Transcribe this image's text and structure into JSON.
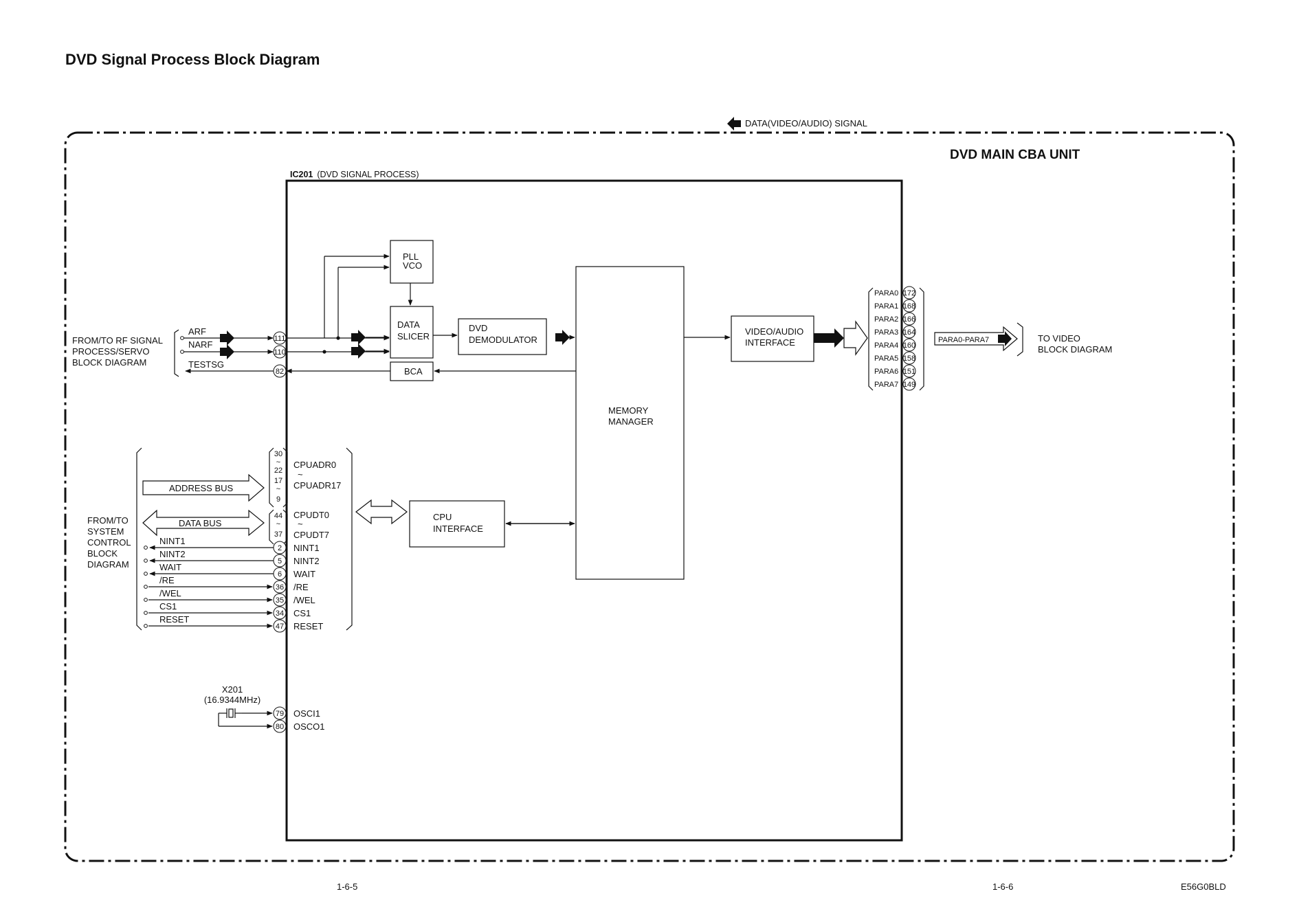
{
  "page_title": "DVD Signal Process Block Diagram",
  "unit_label": "DVD MAIN CBA UNIT",
  "legend_label": "DATA(VIDEO/AUDIO) SIGNAL",
  "ic": {
    "ref": "IC201",
    "desc": "(DVD SIGNAL PROCESS)"
  },
  "blocks": {
    "pll": [
      "PLL",
      "VCO"
    ],
    "slicer": [
      "DATA",
      "SLICER"
    ],
    "demod": [
      "DVD",
      "DEMODULATOR"
    ],
    "bca": [
      "BCA"
    ],
    "memory": [
      "MEMORY",
      "MANAGER"
    ],
    "cpu_if": [
      "CPU",
      "INTERFACE"
    ],
    "va_if": [
      "VIDEO/AUDIO",
      "INTERFACE"
    ]
  },
  "rf_group": {
    "label": [
      "FROM/TO RF SIGNAL",
      "PROCESS/SERVO",
      "BLOCK DIAGRAM"
    ],
    "signals": [
      {
        "name": "ARF",
        "pin": "111"
      },
      {
        "name": "NARF",
        "pin": "110"
      },
      {
        "name": "TESTSG",
        "pin": "82"
      }
    ]
  },
  "sys_group": {
    "label": [
      "FROM/TO",
      "SYSTEM",
      "CONTROL",
      "BLOCK",
      "DIAGRAM"
    ],
    "address_bus": "ADDRESS  BUS",
    "data_bus": "DATA  BUS",
    "addr_pins": [
      "30",
      "~",
      "22",
      "17",
      "~",
      "9"
    ],
    "addr_names": [
      "CPUADR0",
      "~",
      "CPUADR17"
    ],
    "data_pins": [
      "44",
      "~",
      "37"
    ],
    "data_names": [
      "CPUDT0",
      "~",
      "CPUDT7"
    ],
    "signals": [
      {
        "name": "NINT1",
        "pin": "2"
      },
      {
        "name": "NINT2",
        "pin": "5"
      },
      {
        "name": "WAIT",
        "pin": "6"
      },
      {
        "name": "/RE",
        "pin": "36"
      },
      {
        "name": "/WEL",
        "pin": "35"
      },
      {
        "name": "CS1",
        "pin": "34"
      },
      {
        "name": "RESET",
        "pin": "47"
      }
    ]
  },
  "crystal": {
    "ref": "X201",
    "freq": "(16.9344MHz)",
    "pins": [
      {
        "name": "OSCI1",
        "pin": "79"
      },
      {
        "name": "OSCO1",
        "pin": "80"
      }
    ]
  },
  "para_pins": [
    {
      "name": "PARA0",
      "pin": "172"
    },
    {
      "name": "PARA1",
      "pin": "168"
    },
    {
      "name": "PARA2",
      "pin": "166"
    },
    {
      "name": "PARA3",
      "pin": "164"
    },
    {
      "name": "PARA4",
      "pin": "160"
    },
    {
      "name": "PARA5",
      "pin": "158"
    },
    {
      "name": "PARA6",
      "pin": "151"
    },
    {
      "name": "PARA7",
      "pin": "149"
    }
  ],
  "para_bus_label": "PARA0-PARA7",
  "to_video": [
    "TO VIDEO",
    "BLOCK DIAGRAM"
  ],
  "footer": {
    "page_left": "1-6-5",
    "page_right": "1-6-6",
    "code": "E56G0BLD"
  }
}
